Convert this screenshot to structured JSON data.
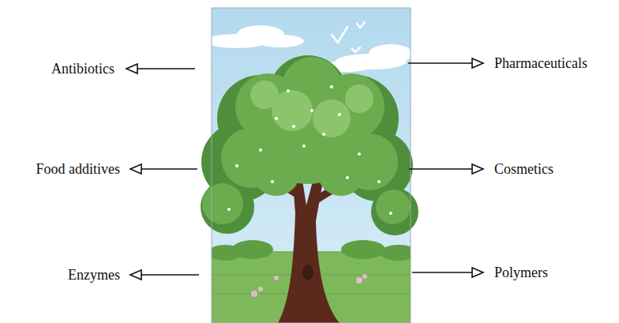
{
  "diagram": {
    "labels": [
      "Antibiotics",
      "Pharmaceuticals",
      "Food additives",
      "Cosmetics",
      "Enzymes",
      "Polymers"
    ]
  }
}
